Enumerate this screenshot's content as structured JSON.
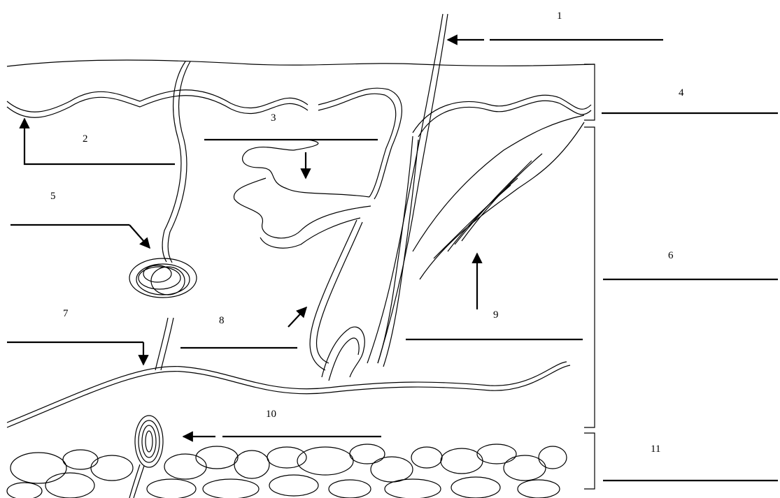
{
  "diagram": {
    "labels": {
      "l1": "1",
      "l2": "2",
      "l3": "3",
      "l4": "4",
      "l5": "5",
      "l6": "6",
      "l7": "7",
      "l8": "8",
      "l9": "9",
      "l10": "10",
      "l11": "11"
    },
    "colors": {
      "stroke": "#000000",
      "background": "#ffffff"
    }
  }
}
